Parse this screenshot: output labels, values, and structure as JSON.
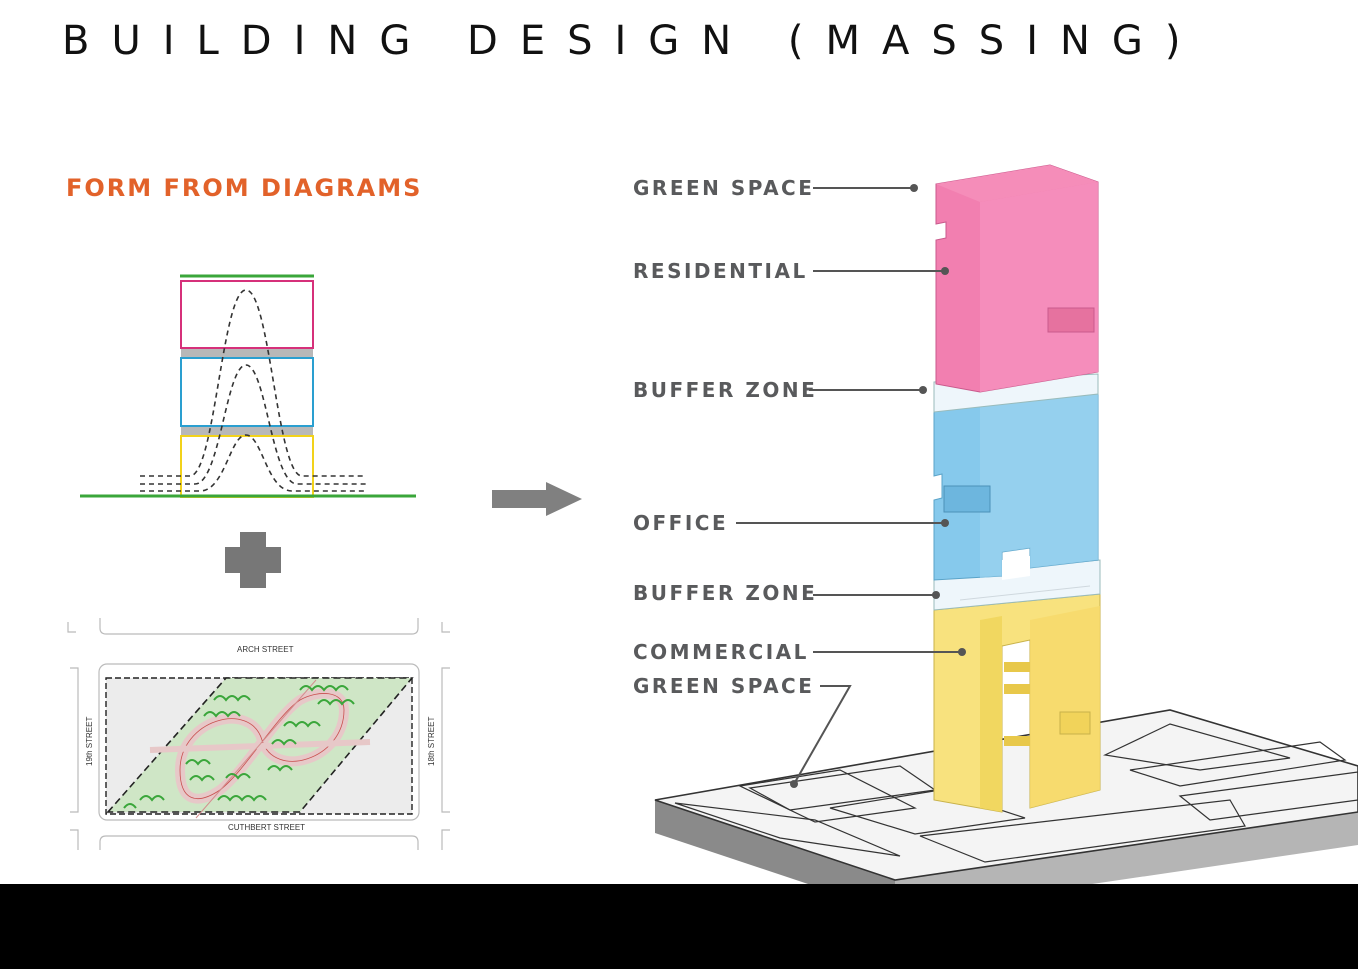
{
  "title": "BUILDING DESIGN (MASSING)",
  "subtitle": "FORM FROM DIAGRAMS",
  "zones": {
    "green_space_top": "GREEN SPACE",
    "residential": "RESIDENTIAL",
    "buffer_zone_upper": "BUFFER ZONE",
    "office": "OFFICE",
    "buffer_zone_lower": "BUFFER ZONE",
    "commercial": "COMMERCIAL",
    "green_space_ground": "GREEN SPACE"
  },
  "site_plan": {
    "street_north": "ARCH STREET",
    "street_south": "CUTHBERT STREET",
    "street_west": "19th STREET",
    "street_east": "18th STREET"
  },
  "colors": {
    "accent": "#e2622a",
    "residential": "#f27fb0",
    "office": "#86c9ec",
    "commercial": "#f8e27e",
    "green": "#3aa63a",
    "magenta_outline": "#d6307a",
    "blue_outline": "#2a9fd0",
    "yellow_outline": "#f2d21a",
    "arrow_gray": "#808080"
  },
  "icons": {
    "plus": "plus-icon",
    "arrow": "arrow-right-icon"
  }
}
